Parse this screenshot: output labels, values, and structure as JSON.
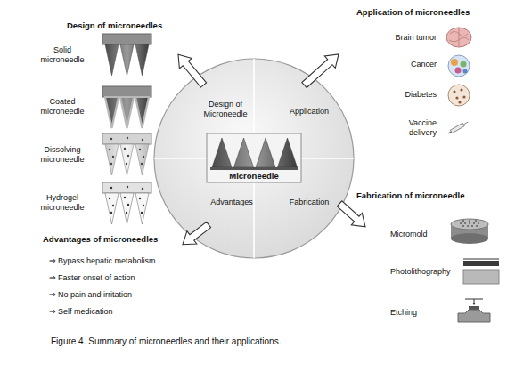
{
  "diagram": {
    "caption": "Figure 4. Summary of microneedles and their applications.",
    "nodes": [
      {
        "text": [
          "Design of microneedles",
          "Solid microneedle",
          "Coated microneedle",
          "Dissolving microneedle",
          "Hydrogel microneedle"
        ]
      },
      {
        "text": [
          "Application of microneedles",
          "Brain tumor",
          "Cancer",
          "Diabetes",
          "Vaccine delivery"
        ]
      },
      {
        "text": [
          "Microneedle"
        ]
      },
      {
        "text": [
          "Design of Microneedle"
        ],
        "in": 2
      },
      {
        "text": [
          "Application"
        ],
        "in": 2
      },
      {
        "text": [
          "Advantages"
        ],
        "in": 2
      },
      {
        "text": [
          "Fabrication"
        ],
        "in": 2
      },
      {
        "text": [
          "Advantages of microneedles",
          "⇒ Bypass hepatic metabolism",
          "⇒ Faster onset of action",
          "⇒ No pain and irritation",
          "⇒ Self medication"
        ]
      },
      {
        "text": [
          "Fabrication of microneedle",
          "Micromold",
          "Photolithography",
          "Etching"
        ]
      }
    ],
    "edges": [
      {
        "from": 3,
        "to": 0,
        "arrow": "to"
      },
      {
        "from": 4,
        "to": 1,
        "arrow": "to"
      },
      {
        "from": 5,
        "to": 7,
        "arrow": "to"
      },
      {
        "from": 6,
        "to": 8,
        "arrow": "to"
      }
    ]
  }
}
